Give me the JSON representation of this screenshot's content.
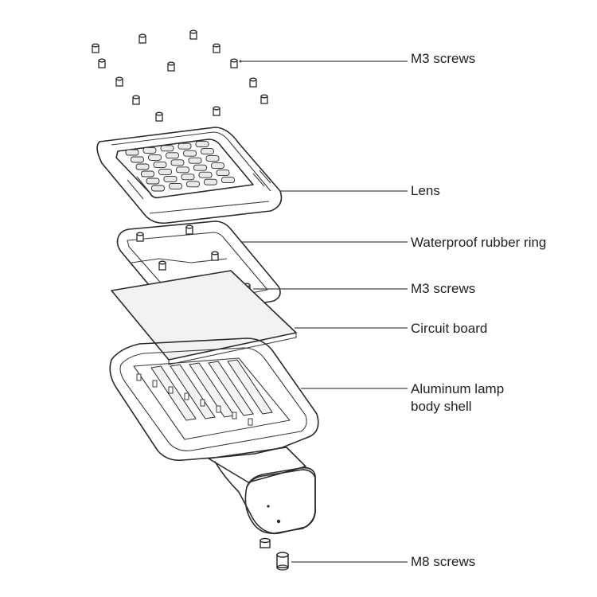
{
  "callouts": [
    {
      "id": "m3-top",
      "text": "M3 screws"
    },
    {
      "id": "lens",
      "text": "Lens"
    },
    {
      "id": "ring",
      "text": "Waterproof rubber ring"
    },
    {
      "id": "m3-mid",
      "text": "M3 screws"
    },
    {
      "id": "board",
      "text": "Circuit board"
    },
    {
      "id": "shell",
      "text": "Aluminum lamp\nbody shell"
    },
    {
      "id": "m8",
      "text": "M8 screws"
    }
  ],
  "colors": {
    "ink": "#2a2a2a",
    "text": "#222222",
    "shade": "#e9e9e9",
    "background": "#ffffff"
  }
}
